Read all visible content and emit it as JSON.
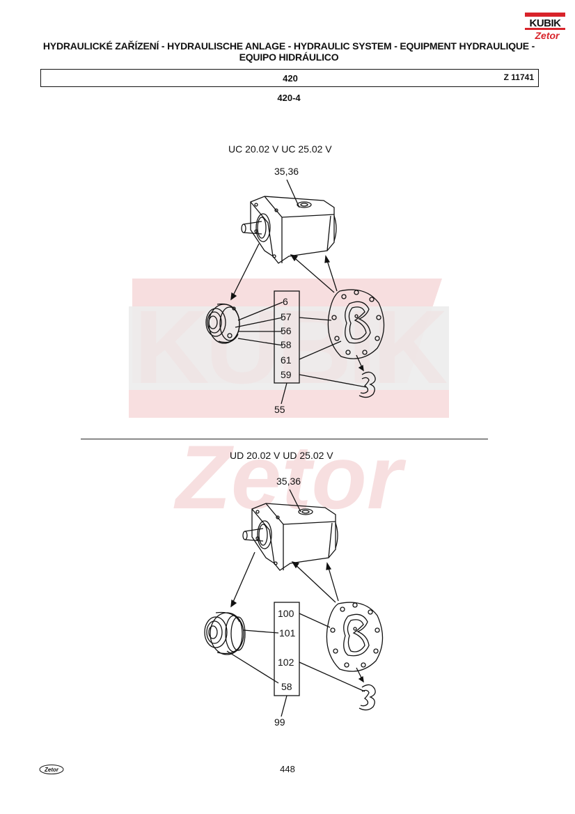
{
  "header": {
    "title_line1": "HYDRAULICKÉ ZAŘÍZENÍ - HYDRAULISCHE ANLAGE - HYDRAULIC SYSTEM - EQUIPMENT HYDRAULIQUE -",
    "title_line2": "EQUIPO HIDRÁULICO",
    "group_number": "420",
    "catalog_code": "Z 11741"
  },
  "section_code": "420-4",
  "logo": {
    "brand": "KUBIK",
    "sub_brand": "Zetor",
    "brand_color": "#d8232a"
  },
  "watermark": {
    "brand": "KUBIK",
    "sub_brand": "Zetor",
    "color": "#f3c9cb"
  },
  "diagram_top": {
    "models": "UC 20.02 V   UC 25.02 V",
    "pump_ref": "35,36",
    "kit_ref": "55",
    "callouts": [
      "6",
      "57",
      "56",
      "58",
      "61",
      "59"
    ]
  },
  "diagram_bottom": {
    "models": "UD 20.02 V   UD 25.02 V",
    "pump_ref": "35,36",
    "kit_ref": "99",
    "callouts": [
      "100",
      "101",
      "102",
      "58"
    ]
  },
  "footer": {
    "page_number": "448",
    "logo_text": "Zetor"
  }
}
